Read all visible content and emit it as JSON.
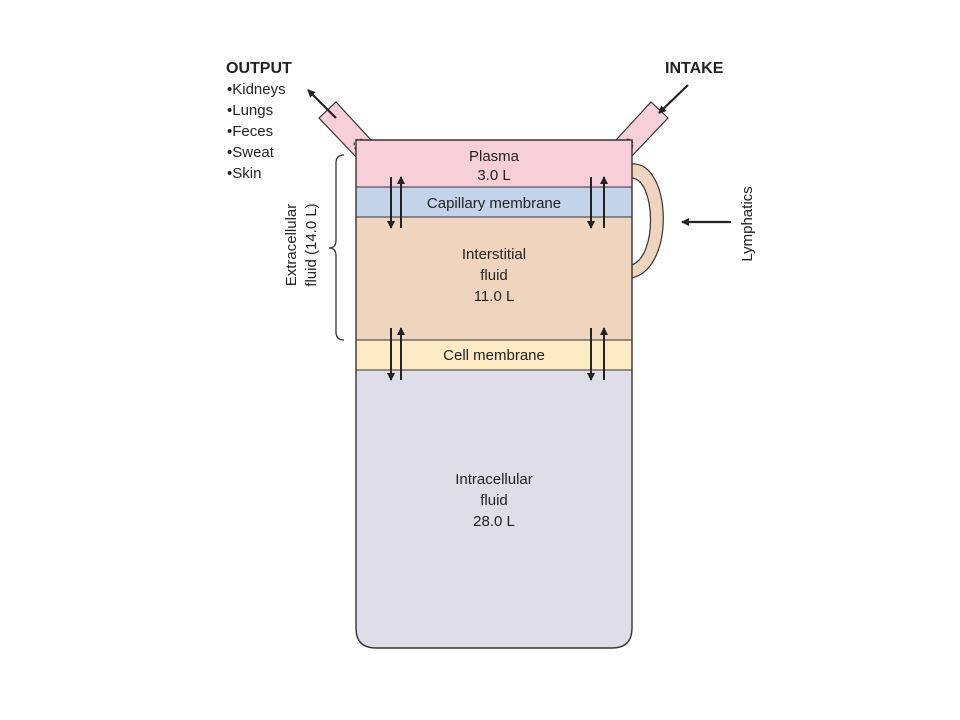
{
  "output": {
    "heading": "OUTPUT",
    "items": [
      "•Kidneys",
      "•Lungs",
      "•Feces",
      "•Sweat",
      "•Skin"
    ]
  },
  "intake": {
    "heading": "INTAKE"
  },
  "lymphatics": {
    "label": "Lymphatics"
  },
  "extracellular": {
    "line1": "Extracellular",
    "line2": "fluid (14.0 L)"
  },
  "compartments": {
    "plasma": {
      "name": "Plasma",
      "volume": "3.0 L"
    },
    "capillary_membrane": {
      "label": "Capillary membrane"
    },
    "interstitial": {
      "line1": "Interstitial",
      "line2": "fluid",
      "volume": "11.0 L"
    },
    "cell_membrane": {
      "label": "Cell membrane"
    },
    "intracellular": {
      "line1": "Intracellular",
      "line2": "fluid",
      "volume": "28.0 L"
    }
  },
  "colors": {
    "plasma": "#f7cfd8",
    "capillary_membrane": "#c3d3ea",
    "interstitial": "#efd5be",
    "cell_membrane": "#fbeac3",
    "intracellular": "#dedde8",
    "outline": "#333333",
    "arrow": "#222222"
  }
}
